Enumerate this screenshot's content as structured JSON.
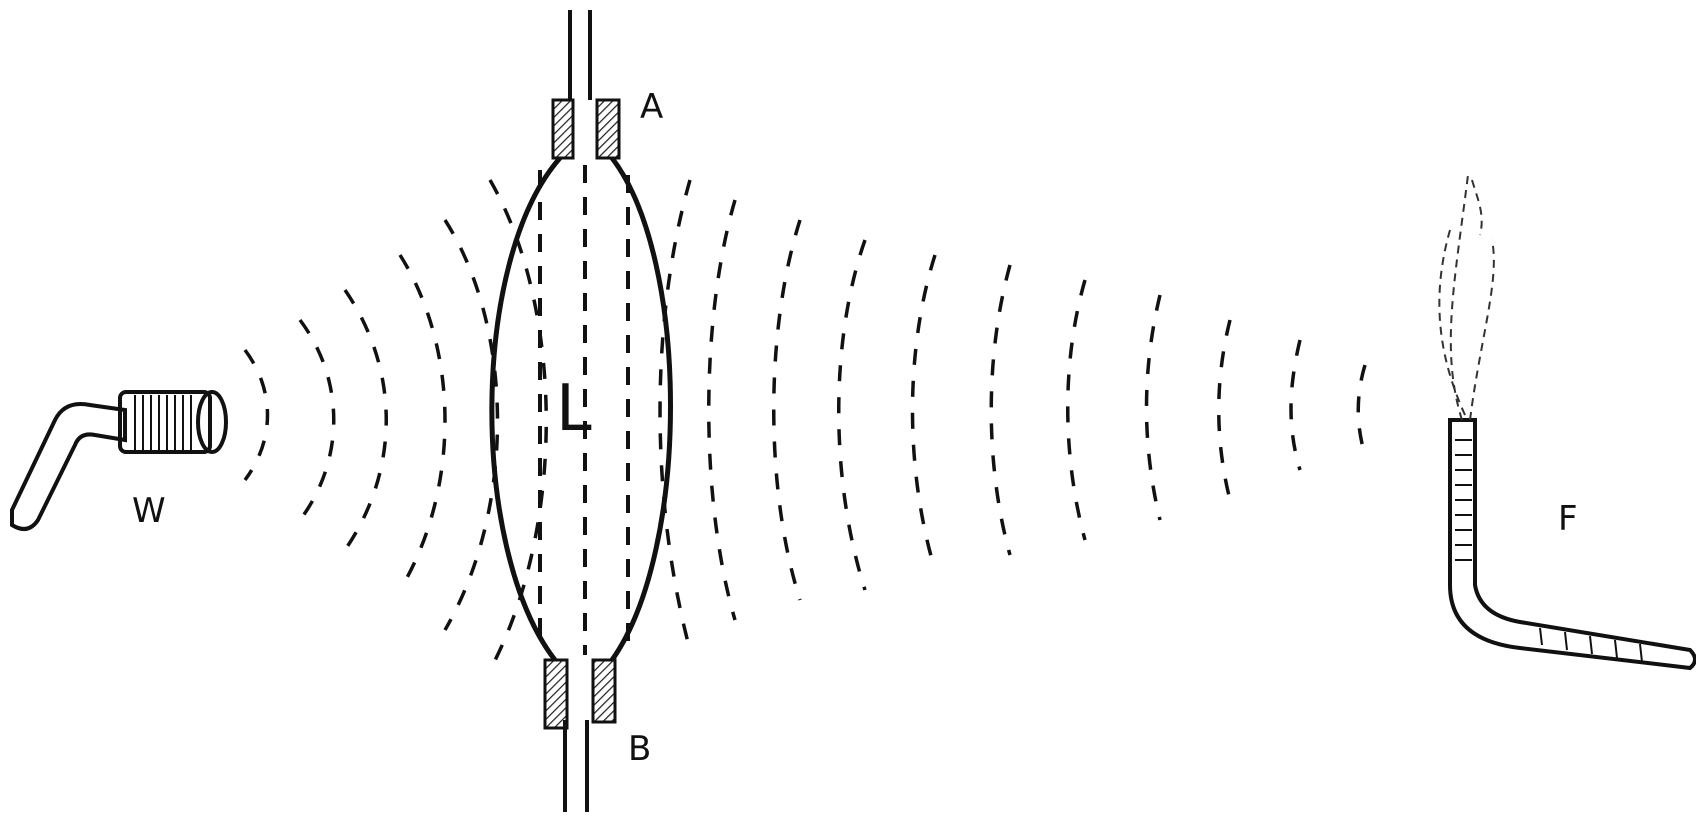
{
  "diagram": {
    "labels": {
      "a": "A",
      "b": "B",
      "lens": "L",
      "whistle": "W",
      "flame": "F"
    },
    "colors": {
      "ink": "#111111",
      "paper": "#ffffff",
      "hatch": "#222222"
    }
  }
}
